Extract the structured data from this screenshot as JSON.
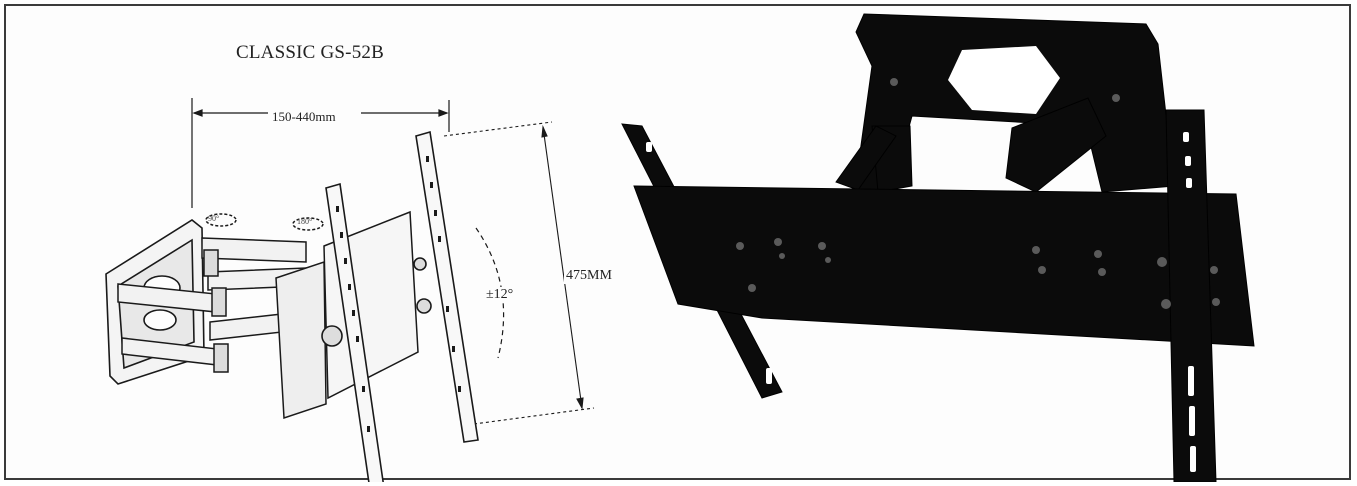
{
  "product": {
    "model_label": "CLASSIC GS-52B"
  },
  "dimensions": {
    "width_range": "150-440mm",
    "height": "475MM",
    "tilt": "±12°",
    "swivel_left": "90°",
    "swivel_right": "180°"
  },
  "colors": {
    "frame_border": "#3a3a3a",
    "drawing_line": "#1a1a1a",
    "bracket_black": "#0b0b0b"
  }
}
